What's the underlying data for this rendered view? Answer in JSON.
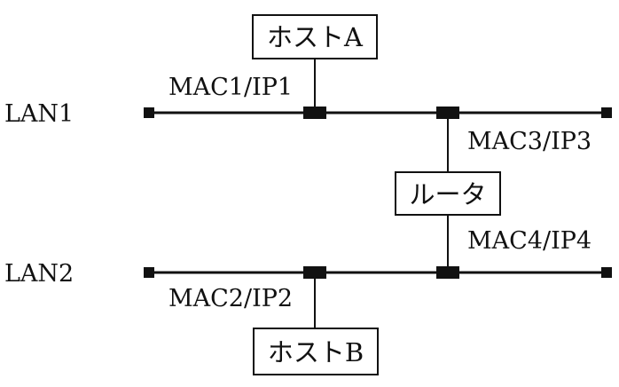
{
  "networks": {
    "lan1": "LAN1",
    "lan2": "LAN2"
  },
  "devices": {
    "host_a": "ホストA",
    "router": "ルータ",
    "host_b": "ホストB"
  },
  "interfaces": {
    "host_a_if": "MAC1/IP1",
    "host_b_if": "MAC2/IP2",
    "router_lan1_if": "MAC3/IP3",
    "router_lan2_if": "MAC4/IP4"
  }
}
